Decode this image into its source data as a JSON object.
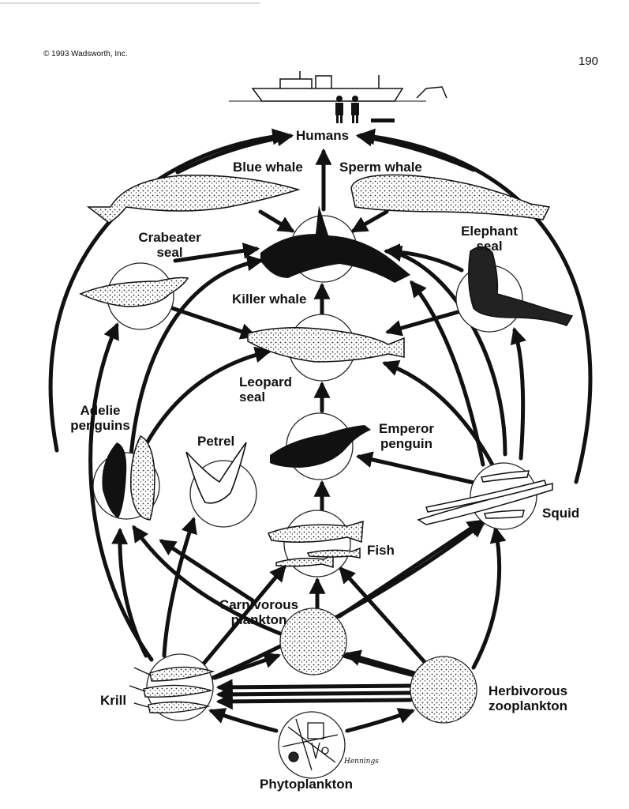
{
  "header": {
    "copyright": "© 1993 Wadsworth, Inc.",
    "page_number": "190"
  },
  "organisms": {
    "humans": "Humans",
    "blue_whale": "Blue whale",
    "sperm_whale": "Sperm whale",
    "crabeater_seal": "Crabeater\nseal",
    "elephant_seal": "Elephant\nseal",
    "killer_whale": "Killer whale",
    "leopard_seal": "Leopard\nseal",
    "adelie_penguins": "Adelie\npenguins",
    "petrel": "Petrel",
    "emperor_penguin": "Emperor\npenguin",
    "squid": "Squid",
    "fish": "Fish",
    "carnivorous_plankton": "Carnivorous\nplankton",
    "krill": "Krill",
    "herbivorous_zooplankton": "Herbivorous\nzooplankton",
    "phytoplankton": "Phytoplankton"
  },
  "signature": "Hennings"
}
